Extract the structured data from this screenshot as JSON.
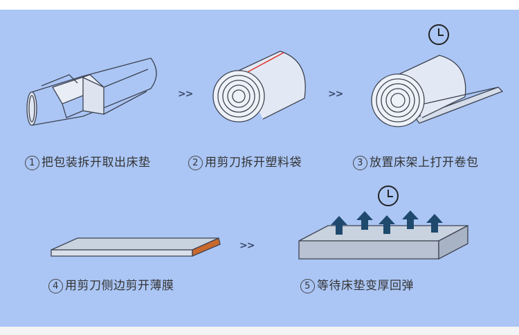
{
  "steps": [
    {
      "num": "1",
      "text": "把包装拆开取出床垫"
    },
    {
      "num": "2",
      "text": "用剪刀拆开塑料袋"
    },
    {
      "num": "3",
      "text": "放置床架上打开卷包"
    },
    {
      "num": "4",
      "text": "用剪刀侧边剪开薄膜"
    },
    {
      "num": "5",
      "text": "等待床垫变厚回弹"
    }
  ],
  "arrow": ">>",
  "colors": {
    "background": "#abc6f5",
    "line": "#3d4250",
    "cut_line": "#e0302a",
    "film_edge": "#c8692e",
    "mattress_top": "#c9d2df",
    "up_arrow": "#1f4a6e"
  },
  "icons": [
    "clock-icon",
    "up-arrow-icon"
  ]
}
